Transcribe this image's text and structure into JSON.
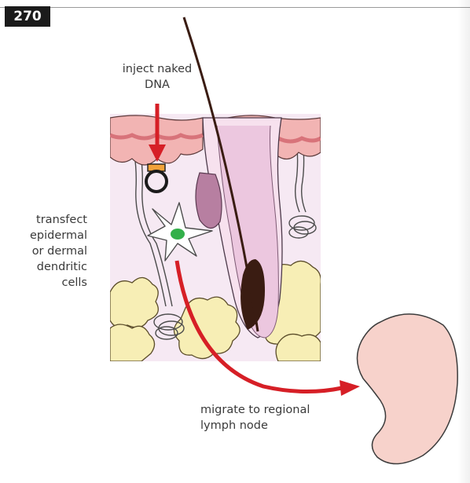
{
  "figure": {
    "number": "270",
    "labels": {
      "inject": [
        "inject naked",
        "DNA"
      ],
      "transfect": [
        "transfect",
        "epidermal",
        "or dermal",
        "dendritic",
        "cells"
      ],
      "migrate": [
        "migrate to regional",
        "lymph node"
      ]
    }
  },
  "colors": {
    "epidermis": "#f2b4b3",
    "epidermis_dark": "#d8737a",
    "dermis": "#f6e9f3",
    "fat": "#f7eeb5",
    "hair": "#3a1c12",
    "follicle": "#b77fa1",
    "arrow": "#d61f26",
    "plasmid_cap": "#f2a23a",
    "nucleus": "#33b04a",
    "lymph_node": "#f7d2cb",
    "text": "#3a3a3a"
  }
}
